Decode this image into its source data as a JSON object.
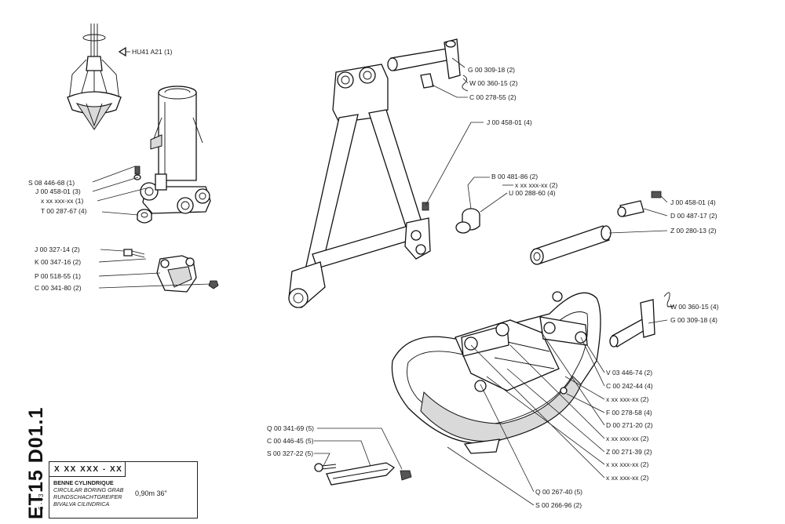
{
  "sheet": {
    "code": "ET15 D01.1",
    "date": "6 - 73",
    "title_code": "X XX XXX - XX",
    "names": [
      "BENNE CYLINDRIQUE",
      "CIRCULAR BORING GRAB",
      "RUNDSCHACHTGREIFER",
      "BIVALVA CILINDRICA"
    ],
    "size": "0,90m  36\""
  },
  "labels": [
    {
      "text": "HU41  A21 (1)"
    },
    {
      "text": "S 08  446-68  (1)"
    },
    {
      "text": "J  00  458-01  (3)"
    },
    {
      "text": "x  xx  xxx-xx  (1)"
    },
    {
      "text": "T  00  287-67  (4)"
    },
    {
      "text": "J  00  327-14   (2)"
    },
    {
      "text": "K 00  347-16  (2)"
    },
    {
      "text": "P 00  518-55  (1)"
    },
    {
      "text": "C 00  341-80  (2)"
    },
    {
      "text": "G 00  309-18  (2)"
    },
    {
      "text": "W 00  360-15  (2)"
    },
    {
      "text": "C  00  278-55  (2)"
    },
    {
      "text": "J  00  458-01  (4)"
    },
    {
      "text": "B 00  481-86  (2)"
    },
    {
      "text": "x  xx  xxx-xx  (2)"
    },
    {
      "text": "U  00  288-60  (4)"
    },
    {
      "text": "J  00  458-01  (4)"
    },
    {
      "text": "D 00  487-17  (2)"
    },
    {
      "text": "Z  00  280-13  (2)"
    },
    {
      "text": "W 00  360-15  (4)"
    },
    {
      "text": "G  00  309-18  (4)"
    },
    {
      "text": "V 03  446-74  (2)"
    },
    {
      "text": "C 00  242-44  (4)"
    },
    {
      "text": "x  xx  xxx-xx  (2)"
    },
    {
      "text": "F 00  278-58  (4)"
    },
    {
      "text": "D 00  271-20  (2)"
    },
    {
      "text": "x  xx  xxx-xx  (2)"
    },
    {
      "text": "Z  00  271-39  (2)"
    },
    {
      "text": "x  xx  xxx-xx  (2)"
    },
    {
      "text": "x  xx  xxx-xx  (2)"
    },
    {
      "text": "Q 00  267-40  (5)"
    },
    {
      "text": "S  00  266-96  (2)"
    },
    {
      "text": "Q 00  341-69  (5)"
    },
    {
      "text": "C 00  446-45  (5)"
    },
    {
      "text": "S 00  327-22  (5)"
    }
  ]
}
